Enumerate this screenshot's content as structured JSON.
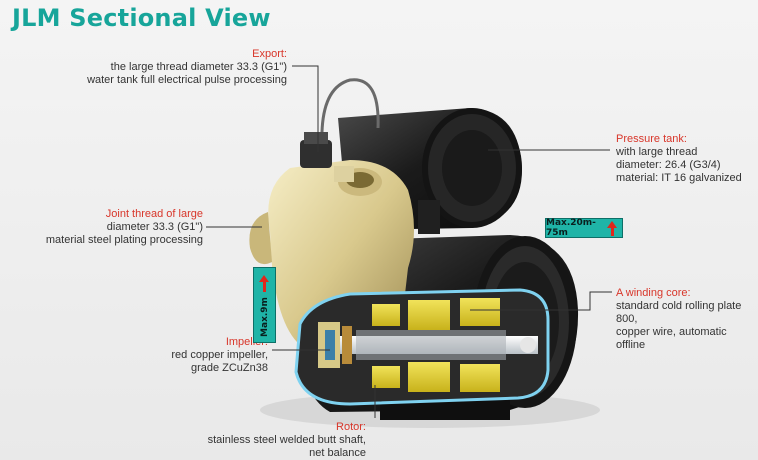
{
  "title": "JLM Sectional View",
  "callouts": {
    "export": {
      "head": "Export:",
      "lines": [
        "the large thread diameter 33.3 (G1\")",
        "water tank full electrical pulse processing"
      ]
    },
    "pressure_tank": {
      "head": "Pressure tank:",
      "lines": [
        "with large thread",
        "diameter: 26.4 (G3/4)",
        "material: IT 16 galvanized"
      ]
    },
    "joint_thread": {
      "head": "Joint thread of large",
      "lines": [
        "diameter 33.3 (G1\")",
        "material steel plating processing"
      ]
    },
    "winding_core": {
      "head": "A winding core:",
      "lines": [
        "standard cold rolling plate 800,",
        "copper wire, automatic offline"
      ]
    },
    "impeller": {
      "head": "Impeller:",
      "lines": [
        "red copper impeller,",
        "grade ZCuZn38"
      ]
    },
    "rotor": {
      "head": "Rotor:",
      "lines": [
        "stainless steel welded butt shaft,",
        "net balance"
      ]
    }
  },
  "badges": {
    "head_height": "Max.20m-75m",
    "suction_depth": "Max.9m"
  },
  "colors": {
    "title": "#17a59a",
    "label_head": "#d8362a",
    "badge": "#1fb4a7",
    "arrow": "#e0261b",
    "cutaway_outline": "#7fd2f0"
  }
}
